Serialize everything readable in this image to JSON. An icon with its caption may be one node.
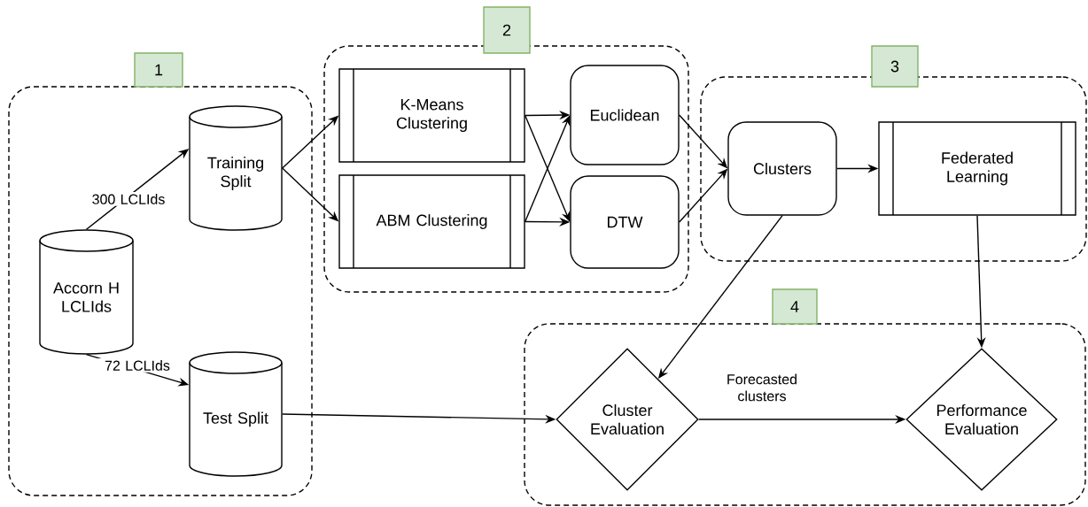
{
  "diagram": {
    "nodes": [
      {
        "text": [
          "1"
        ]
      },
      {
        "text": [
          "Training Split"
        ],
        "in": 0
      },
      {
        "text": [
          "Accorn H LCLIds"
        ],
        "in": 0
      },
      {
        "text": [
          "Test Split"
        ],
        "in": 0
      },
      {
        "text": [
          "2"
        ]
      },
      {
        "text": [
          "K-Means Clustering"
        ],
        "in": 4
      },
      {
        "text": [
          "ABM Clustering"
        ],
        "in": 4
      },
      {
        "text": [
          "Euclidean"
        ],
        "in": 4
      },
      {
        "text": [
          "DTW"
        ],
        "in": 4
      },
      {
        "text": [
          "3"
        ]
      },
      {
        "text": [
          "Clusters"
        ],
        "in": 9
      },
      {
        "text": [
          "Federated Learning"
        ],
        "in": 9
      },
      {
        "text": [
          "4"
        ]
      },
      {
        "text": [
          "Cluster Evaluation"
        ],
        "in": 12
      },
      {
        "text": [
          "Performance Evaluation"
        ],
        "in": 12
      }
    ],
    "edges": [
      {
        "from": 2,
        "to": 1,
        "arrow": "to",
        "label": "300 LCLIds"
      },
      {
        "from": 2,
        "to": 3,
        "arrow": "to",
        "label": "72 LCLIds"
      },
      {
        "from": 1,
        "to": 5,
        "arrow": "to"
      },
      {
        "from": 1,
        "to": 6,
        "arrow": "to"
      },
      {
        "from": 5,
        "to": 7,
        "arrow": "to"
      },
      {
        "from": 5,
        "to": 8,
        "arrow": "to"
      },
      {
        "from": 6,
        "to": 7,
        "arrow": "to"
      },
      {
        "from": 6,
        "to": 8,
        "arrow": "to"
      },
      {
        "from": 7,
        "to": 10,
        "arrow": "to"
      },
      {
        "from": 8,
        "to": 10,
        "arrow": "to"
      },
      {
        "from": 10,
        "to": 11,
        "arrow": "to"
      },
      {
        "from": 10,
        "to": 13,
        "arrow": "to"
      },
      {
        "from": 11,
        "to": 14,
        "arrow": "to"
      },
      {
        "from": 3,
        "to": 13,
        "arrow": "to"
      },
      {
        "from": 13,
        "to": 14,
        "arrow": "to",
        "label": "Forecasted clusters"
      }
    ]
  }
}
